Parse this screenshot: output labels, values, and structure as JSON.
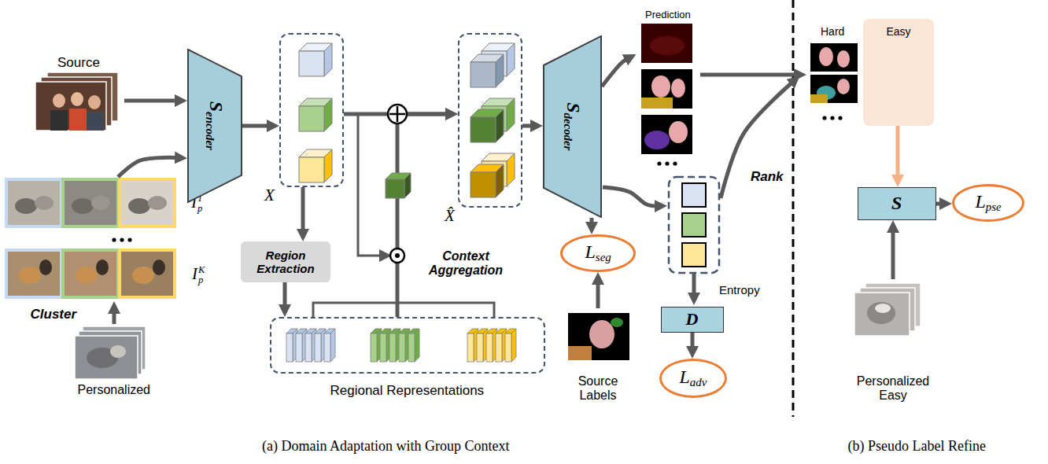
{
  "diagram": {
    "nodes": [
      {
        "text": [
          "Source"
        ]
      },
      {
        "text": [
          "Ip1"
        ]
      },
      {
        "text": [
          "IpK"
        ]
      },
      {
        "text": [
          "Personalized"
        ]
      },
      {
        "text": [
          "Sencoder"
        ]
      },
      {
        "text": [
          "X"
        ]
      },
      {
        "text": [
          "Region Extraction"
        ]
      },
      {
        "text": [
          "Regional Representations"
        ]
      },
      {
        "text": [
          "X̂"
        ]
      },
      {
        "text": [
          "Sdecoder"
        ]
      },
      {
        "text": [
          "Lseg"
        ]
      },
      {
        "text": [
          "Source Labels"
        ]
      },
      {
        "text": [
          "Prediction"
        ]
      },
      {
        "text": [
          "D"
        ]
      },
      {
        "text": [
          "Ladv"
        ]
      },
      {
        "text": [
          "Hard"
        ]
      },
      {
        "text": [
          "Easy"
        ]
      },
      {
        "text": [
          "S"
        ]
      },
      {
        "text": [
          "Lpse"
        ]
      },
      {
        "text": [
          "Personalized Easy"
        ]
      }
    ],
    "edges": [
      {
        "from": 0,
        "to": 4,
        "arrow": "to"
      },
      {
        "from": 1,
        "to": 4,
        "arrow": "to"
      },
      {
        "from": 3,
        "to": 2,
        "arrow": "to",
        "label": "Cluster"
      },
      {
        "from": 4,
        "to": 5,
        "arrow": "to"
      },
      {
        "from": 5,
        "to": 6,
        "arrow": "to"
      },
      {
        "from": 6,
        "to": 7,
        "arrow": "to"
      },
      {
        "from": 5,
        "to": 8,
        "arrow": "to"
      },
      {
        "from": 7,
        "to": 8,
        "arrow": "to"
      },
      {
        "from": 8,
        "to": 9,
        "arrow": "to"
      },
      {
        "from": 9,
        "to": 12,
        "arrow": "to"
      },
      {
        "from": 9,
        "to": 10,
        "arrow": "to"
      },
      {
        "from": 11,
        "to": 10,
        "arrow": "to"
      },
      {
        "from": 13,
        "to": 14,
        "arrow": "to"
      },
      {
        "from": 12,
        "to": 15,
        "arrow": "to"
      },
      {
        "from": 16,
        "to": 17,
        "arrow": "to"
      },
      {
        "from": 19,
        "to": 17,
        "arrow": "to"
      },
      {
        "from": 17,
        "to": 18,
        "arrow": "to"
      }
    ],
    "labels": [
      "Context Aggregation",
      "Entropy",
      "Rank",
      "(a) Domain Adaptation with Group Context",
      "(b) Pseudo Label Refine"
    ]
  }
}
